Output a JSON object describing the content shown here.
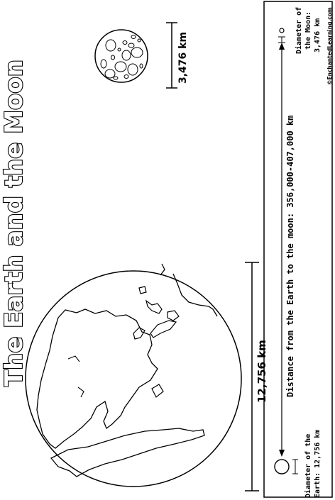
{
  "title": "The Earth and the Moon",
  "earth_diameter_label": "12,756 km",
  "moon_diameter_label": "3,476 km",
  "distance_label": "Distance from the Earth to the moon: 356,000-407,000 km",
  "scale_earth_caption_line1": "Diameter of the",
  "scale_earth_caption_line2": "Earth: 12,756 km",
  "scale_moon_caption_line1": "Diameter of",
  "scale_moon_caption_line2": "the Moon:",
  "scale_moon_caption_line3": "3,476 km",
  "credit": "©EnchantedLearning.com"
}
